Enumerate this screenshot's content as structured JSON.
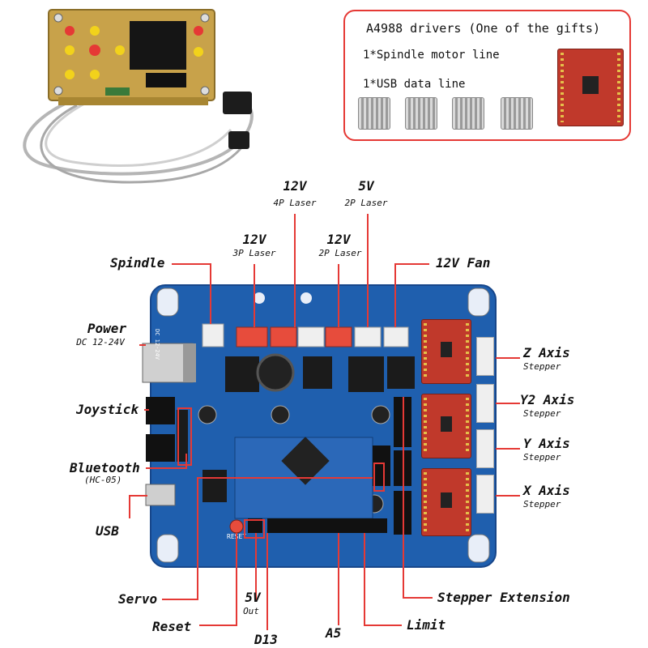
{
  "gift": {
    "title": "A4988 drivers  (One of the gifts)",
    "line1": "1*Spindle motor line",
    "line2": "1*USB data line"
  },
  "labels": {
    "laser4p_v": "12V",
    "laser4p_n": "4P Laser",
    "laser2p5_v": "5V",
    "laser2p5_n": "2P Laser",
    "laser3p_v": "12V",
    "laser3p_n": "3P Laser",
    "laser2p12_v": "12V",
    "laser2p12_n": "2P Laser",
    "spindle": "Spindle",
    "fan": "12V Fan",
    "power": "Power",
    "power_sub": "DC 12-24V",
    "joystick": "Joystick",
    "bluetooth": "Bluetooth",
    "bluetooth_sub": "(HC-05)",
    "usb": "USB",
    "servo": "Servo",
    "reset": "Reset",
    "fivev": "5V",
    "fivev_sub": "Out",
    "d13": "D13",
    "a5": "A5",
    "limit": "Limit",
    "stepper_ext": "Stepper Extension",
    "z_axis": "Z Axis",
    "z_sub": "Stepper",
    "y2_axis": "Y2 Axis",
    "y2_sub": "Stepper",
    "y_axis": "Y Axis",
    "y_sub": "Stepper",
    "x_axis": "X Axis",
    "x_sub": "Stepper"
  },
  "board": {
    "button_reset": "RESET",
    "silk_id": "DC 12-24V"
  },
  "colors": {
    "board": "#1f5fae",
    "leader": "#e53935",
    "driver": "#c0392b",
    "controller": "#c8a24a"
  }
}
